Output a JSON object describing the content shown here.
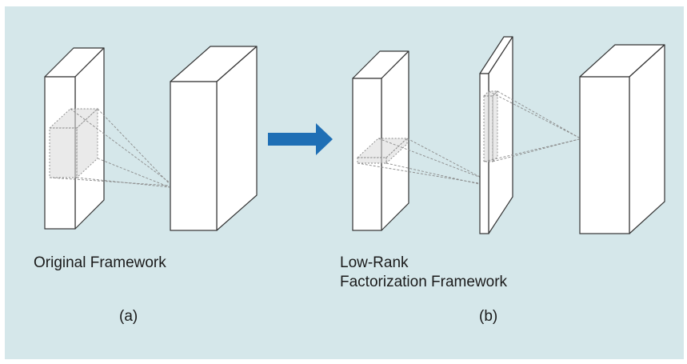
{
  "colors": {
    "background": "#d5e7ea",
    "block_face": "#ffffff",
    "block_stroke": "#333333",
    "kernel_fill": "#d9d9d9",
    "projection_line": "#8a8a8a",
    "arrow": "#1f6fb5"
  },
  "panel_a": {
    "title": "Original Framework",
    "label": "(a)"
  },
  "panel_b": {
    "title_line1": "Low-Rank",
    "title_line2": "Factorization Framework",
    "label": "(b)"
  },
  "arrow_icon": "right-arrow-icon"
}
